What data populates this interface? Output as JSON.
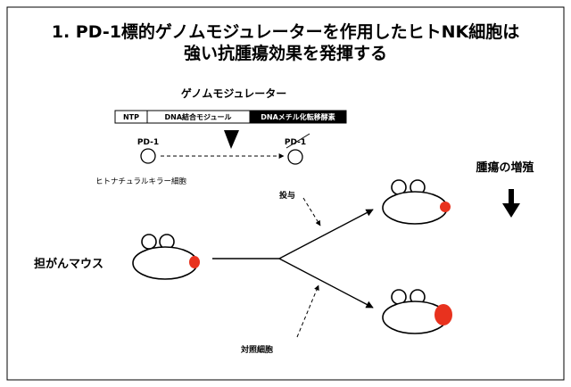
{
  "title": {
    "line1": "1. PD-1標的ゲノムモジュレーターを作用したヒトNK細胞は",
    "line2": "強い抗腫瘍効果を発揮する"
  },
  "construct": {
    "name": "ゲノムモジュレーター",
    "segments": [
      "NTP",
      "DNA結合モジュール",
      "DNAメチル化転移酵素"
    ]
  },
  "cells": {
    "pd1_before": "PD-1",
    "pd1_after": "PD-1",
    "nk_label": "ヒトナチュラルキラー細胞"
  },
  "labels": {
    "administration": "投与",
    "tumor_mouse": "担がんマウス",
    "control": "対照細胞",
    "tumor_growth": "腫瘍の増殖"
  },
  "colors": {
    "tumor": "#e8321e",
    "dna_methyl_segment": "#000000"
  }
}
